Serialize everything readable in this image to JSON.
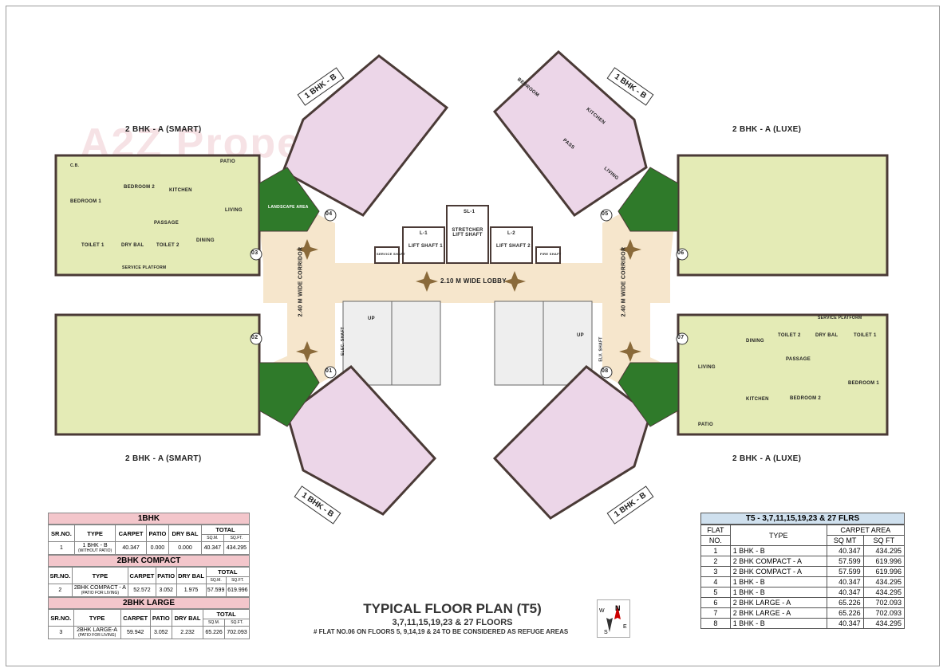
{
  "units": {
    "u03_label": "2 BHK - A (SMART)",
    "u02_label": "2 BHK - A (SMART)",
    "u04_label": "1 BHK - B",
    "u05_label": "1 BHK - B",
    "u01_label": "1 BHK - B",
    "u08_label": "1 BHK - B",
    "u06_label": "2 BHK - A (LUXE)",
    "u07_label": "2 BHK - A (LUXE)"
  },
  "core": {
    "lobby": "2.10 M WIDE LOBBY",
    "corridor_left": "2.40 M WIDE CORRIDOR",
    "corridor_right": "2.40 M WIDE CORRIDOR",
    "lift1": "LIFT SHAFT 1",
    "lift2": "LIFT SHAFT 2",
    "lift_code1": "L-1",
    "lift_code2": "L-2",
    "stretcher": "STRETCHER LIFT SHAFT",
    "stretcher_code": "SL-1",
    "service_shaft": "SERVICE SHAFT",
    "fire_shaft": "FIRE SHAFT",
    "elec_shaft": "ELEC. SHAFT",
    "elv_shaft": "ELV. SHAFT",
    "up": "UP"
  },
  "flat_numbers": [
    "01",
    "02",
    "03",
    "04",
    "05",
    "06",
    "07",
    "08"
  ],
  "rooms": {
    "bedroom1": "BEDROOM 1",
    "bedroom2": "BEDROOM 2",
    "kitchen": "KITCHEN",
    "living": "LIVING",
    "dining": "DINING",
    "passage": "PASSAGE",
    "toilet1": "TOILET 1",
    "toilet2": "TOILET 2",
    "drybal": "DRY BAL",
    "cb": "C.B.",
    "patio": "PATIO",
    "service_platform": "SERVICE PLATFORM",
    "landscape": "LANDSCAPE AREA",
    "bedroom": "BEDROOM",
    "pass": "PASS"
  },
  "watermark": "A2Z Property",
  "left_tables": [
    {
      "section": "1BHK",
      "headers": [
        "SR.NO.",
        "TYPE",
        "CARPET",
        "PATIO",
        "DRY BAL",
        "TOTAL"
      ],
      "subheaders": [
        "SQ.M.",
        "SQ.FT."
      ],
      "rows": [
        [
          "1",
          "1 BHK - B",
          "(WITHOUT PATIO)",
          "40.347",
          "0.000",
          "0.000",
          "40.347",
          "434.295"
        ]
      ]
    },
    {
      "section": "2BHK COMPACT",
      "headers": [
        "SR.NO.",
        "TYPE",
        "CARPET",
        "PATIO",
        "DRY BAL",
        "TOTAL"
      ],
      "subheaders": [
        "SQ.M.",
        "SQ.FT."
      ],
      "rows": [
        [
          "2",
          "2BHK COMPACT - A",
          "(PATIO FOR LIVING)",
          "52.572",
          "3.052",
          "1.975",
          "57.599",
          "619.996"
        ]
      ]
    },
    {
      "section": "2BHK LARGE",
      "headers": [
        "SR.NO.",
        "TYPE",
        "CARPET",
        "PATIO",
        "DRY BAL",
        "TOTAL"
      ],
      "subheaders": [
        "SQ.M.",
        "SQ.FT."
      ],
      "rows": [
        [
          "3",
          "2BHK LARGE-A",
          "(PATIO FOR LIVING)",
          "59.942",
          "3.052",
          "2.232",
          "65.226",
          "702.093"
        ]
      ]
    }
  ],
  "right_table": {
    "title": "T5 - 3,7,11,15,19,23 & 27 FLRS",
    "h_flat": "FLAT",
    "h_no": "NO.",
    "h_type": "TYPE",
    "h_carpet": "CARPET AREA",
    "h_sqmt": "SQ MT",
    "h_sqft": "SQ FT",
    "rows": [
      [
        "1",
        "1 BHK - B",
        "40.347",
        "434.295"
      ],
      [
        "2",
        "2 BHK COMPACT - A",
        "57.599",
        "619.996"
      ],
      [
        "3",
        "2 BHK COMPACT - A",
        "57.599",
        "619.996"
      ],
      [
        "4",
        "1 BHK - B",
        "40.347",
        "434.295"
      ],
      [
        "5",
        "1 BHK - B",
        "40.347",
        "434.295"
      ],
      [
        "6",
        "2 BHK LARGE - A",
        "65.226",
        "702.093"
      ],
      [
        "7",
        "2 BHK LARGE - A",
        "65.226",
        "702.093"
      ],
      [
        "8",
        "1 BHK - B",
        "40.347",
        "434.295"
      ]
    ]
  },
  "title": {
    "main": "TYPICAL FLOOR PLAN (T5)",
    "floors": "3,7,11,15,19,23 & 27 FLOORS",
    "note": "# FLAT NO.06 ON FLOORS 5, 9,14,19 & 24 TO BE CONSIDERED AS REFUGE AREAS"
  },
  "compass": {
    "n": "N",
    "e": "E",
    "s": "S",
    "w": "W"
  },
  "colors": {
    "unit_green": "#e4ebb6",
    "unit_pink": "#ecd6e8",
    "lobby": "#f6e6cc",
    "landscape": "#2f7a2a",
    "wall": "#4a3a36",
    "table_pink": "#f3c6cb",
    "table_blue": "#cfe0ee"
  }
}
